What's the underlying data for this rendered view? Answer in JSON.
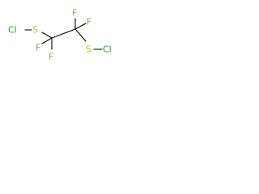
{
  "colors": {
    "bond": "#000000",
    "sulfur": "#c6c600",
    "chlorine": "#1fa51f",
    "fluorine": "#8fb04f"
  },
  "atoms": {
    "cl_left": "Cl",
    "s_left": "S",
    "f_top_left": "F",
    "f_bottom_left": "F",
    "f_top_center": "F",
    "f_top_right": "F",
    "s_right": "S",
    "cl_right": "Cl"
  }
}
